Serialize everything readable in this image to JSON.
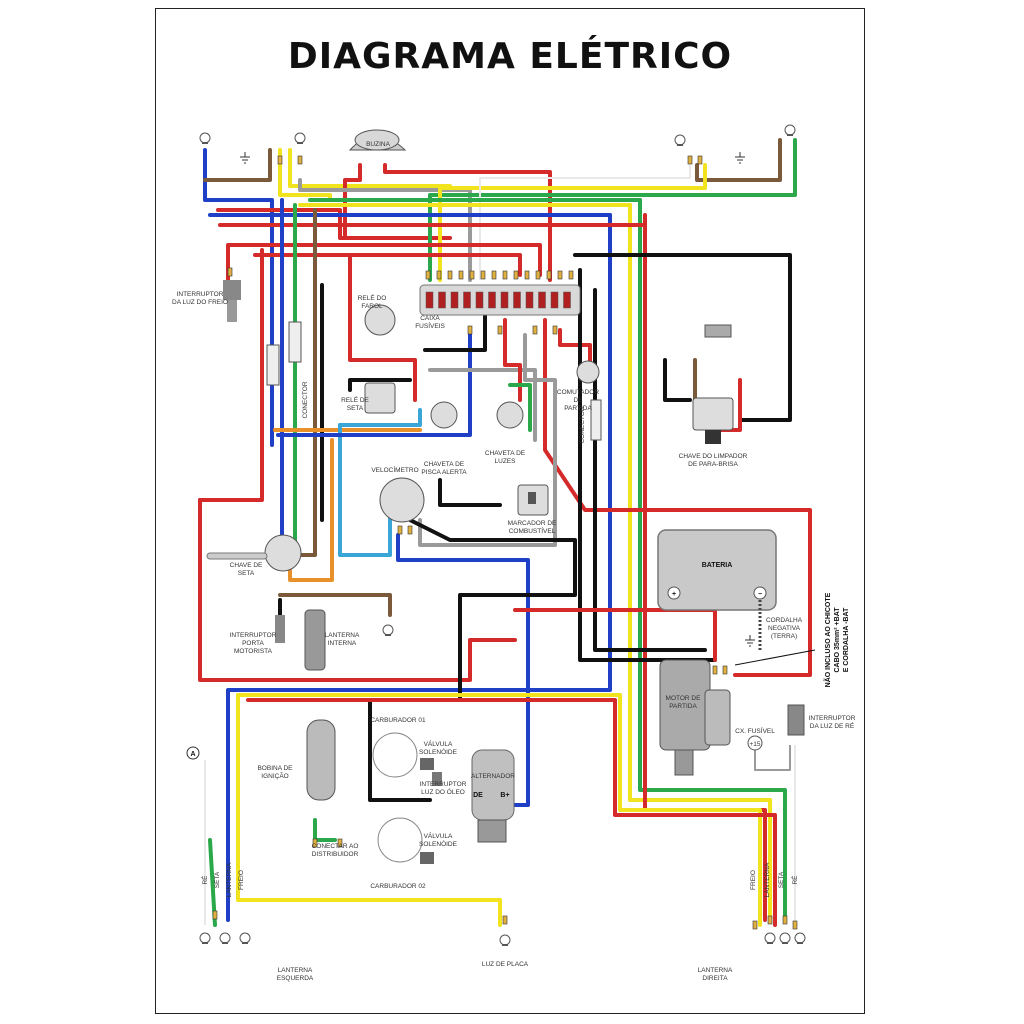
{
  "title": "DIAGRAMA ELÉTRICO",
  "colors": {
    "red": "#d42a2a",
    "blue": "#1f3fc6",
    "yellow": "#f2e31f",
    "green": "#2aa84a",
    "black": "#111111",
    "brown": "#7a5a3a",
    "gray": "#9a9a9a",
    "orange": "#e8912a",
    "lightblue": "#3aa6d8",
    "white": "#e8e8e8"
  },
  "labels": {
    "buzina": "BUZINA",
    "interruptor_freio": [
      "INTERRUPTOR",
      "DA LUZ DO FREIO"
    ],
    "rele_farol": [
      "RELÉ DO",
      "FAROL"
    ],
    "caixa_fusiveis": [
      "CAIXA",
      "FUSÍVEIS"
    ],
    "comutador_partida": [
      "COMUTADOR",
      "DE",
      "PARTIDA"
    ],
    "rele_seta": [
      "RELÉ DE",
      "SETA"
    ],
    "chaveta_pisca": [
      "CHAVETA DE",
      "PISCA ALERTA"
    ],
    "chaveta_luzes": [
      "CHAVETA DE",
      "LUZES"
    ],
    "chave_limpador": [
      "CHAVE DO LIMPADOR",
      "DE PARA-BRISA"
    ],
    "velocimetro": "VELOCÍMETRO",
    "marcador_combustivel": [
      "MARCADOR DE",
      "COMBUSTÍVEL"
    ],
    "conector": "CONECTOR",
    "chave_seta": [
      "CHAVE DE",
      "SETA"
    ],
    "bateria": "BATERIA",
    "cordalha": [
      "CORDALHA",
      "NEGATIVA",
      "(TERRA)"
    ],
    "nao_incluso": [
      "NÃO INCLUSO AO CHICOTE",
      "CABO 35mm² +BAT",
      "E CORDALHA -BAT"
    ],
    "interruptor_porta": [
      "INTERRUPTOR",
      "PORTA",
      "MOTORISTA"
    ],
    "lanterna_interna": [
      "LANTERNA",
      "INTERNA"
    ],
    "motor_partida": [
      "MOTOR DE",
      "PARTIDA"
    ],
    "cx_fusivel": "CX. FUSÍVEL",
    "interruptor_re": [
      "INTERRUPTOR",
      "DA LUZ DE RÉ"
    ],
    "carburador_01": "CARBURADOR 01",
    "carburador_02": "CARBURADOR 02",
    "valvula_solenoide": [
      "VÁLVULA",
      "SOLENÓIDE"
    ],
    "interruptor_oleo": [
      "INTERRUPTOR",
      "LUZ DO ÓLEO"
    ],
    "alternador": "ALTERNADOR",
    "bobina": [
      "BOBINA DE",
      "IGNIÇÃO"
    ],
    "conectar_distribuidor": [
      "CONECTAR AO",
      "DISTRIBUIDOR"
    ],
    "lanterna_esquerda": [
      "LANTERNA",
      "ESQUERDA"
    ],
    "luz_placa": "LUZ DE PLACA",
    "lanterna_direita": [
      "LANTERNA",
      "DIREITA"
    ],
    "circle_a": "A",
    "fus_15": "+15",
    "bat_plus": "+",
    "bat_minus": "−",
    "alt_de": "DE",
    "alt_bplus": "B+",
    "wire_left": [
      "RÉ",
      "SETA",
      "LANTERNA",
      "FREIO"
    ],
    "wire_right": [
      "FREIO",
      "LANTERNA",
      "SETA",
      "RÉ"
    ]
  }
}
